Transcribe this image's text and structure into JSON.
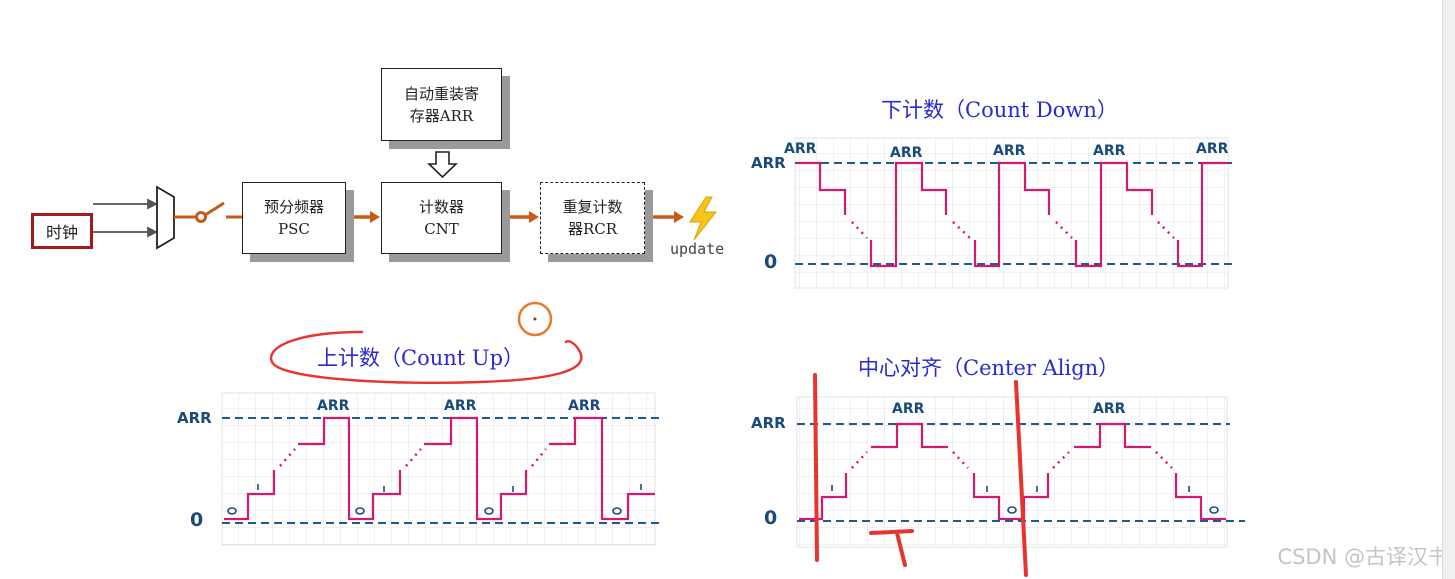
{
  "block_diagram": {
    "clock_label": "时钟",
    "psc_label": "预分频器\nPSC",
    "cnt_label": "计数器\nCNT",
    "arr_label": "自动重装寄\n存器ARR",
    "rcr_label": "重复计数\n器RCR",
    "update_label": "update"
  },
  "charts": {
    "count_down": {
      "title": "下计数（Count Down）",
      "arr_label": "ARR",
      "zero_label": "0",
      "top_labels": [
        "ARR",
        "ARR",
        "ARR",
        "ARR",
        "ARR"
      ]
    },
    "count_up": {
      "title": "上计数（Count Up）",
      "arr_label": "ARR",
      "zero_label": "0",
      "top_labels": [
        "ARR",
        "ARR",
        "ARR"
      ]
    },
    "center_align": {
      "title": "中心对齐（Center Align）",
      "arr_label": "ARR",
      "zero_label": "0",
      "top_labels": [
        "ARR",
        "ARR"
      ]
    }
  },
  "colors": {
    "waveform": "#d21a6e",
    "dashed_line": "#1a5a96",
    "arrow": "#c85a14",
    "annotation": "#e8342e",
    "title": "#2a2ad0"
  },
  "watermark": "CSDN @古译汉书"
}
